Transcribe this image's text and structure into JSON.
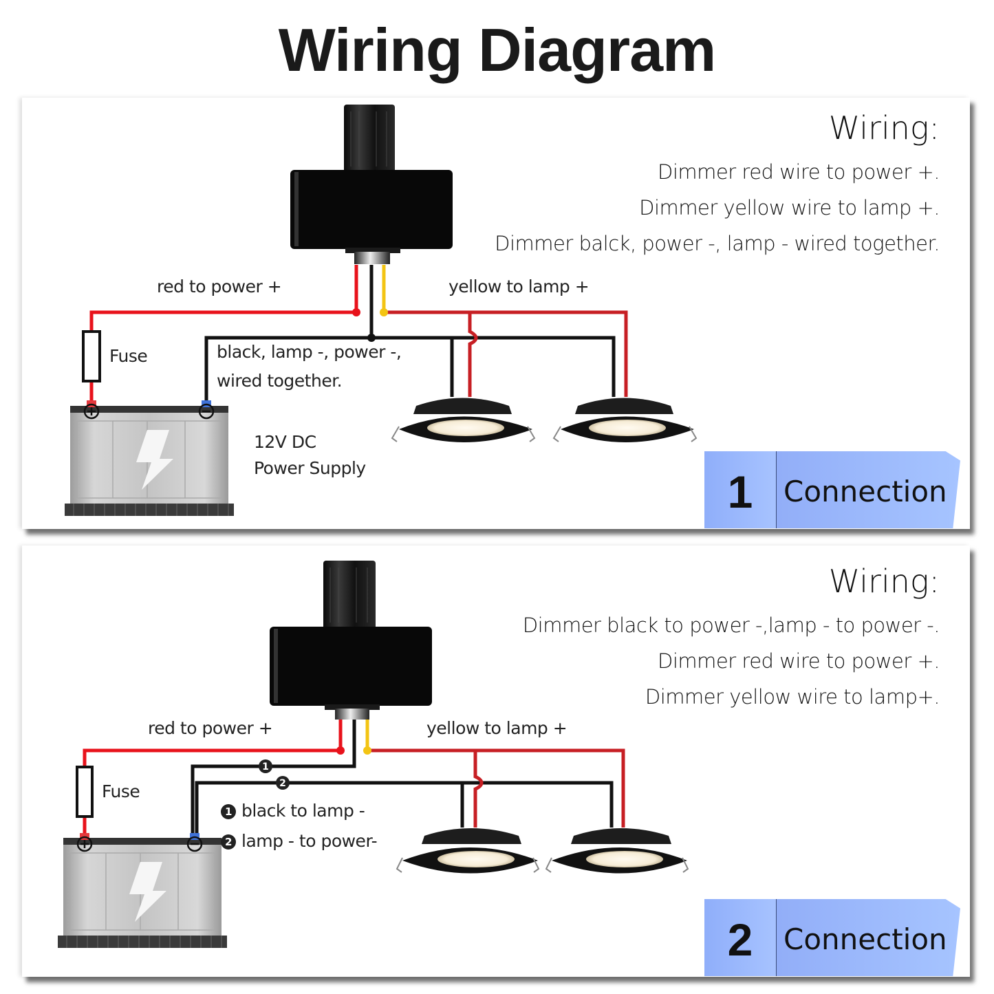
{
  "title": "Wiring Diagram",
  "colors": {
    "red_wire": "#e8121b",
    "lamp_red_wire": "#c71f24",
    "yellow_wire": "#f3c413",
    "black_wire": "#111111",
    "badge_blue": "#9ab6fb",
    "positive_terminal": "#e4393e",
    "negative_terminal": "#3f72d8"
  },
  "panels": [
    {
      "wiring_title": "Wiring:",
      "wiring_lines": [
        "Dimmer red wire to power +.",
        "Dimmer yellow wire to lamp +.",
        "Dimmer balck, power -, lamp - wired together."
      ],
      "labels": {
        "red": "red to power +",
        "yellow": "yellow to lamp +",
        "fuse": "Fuse",
        "black_line1": "black, lamp -, power -,",
        "black_line2": "wired together.",
        "supply_line1": "12V DC",
        "supply_line2": "Power Supply"
      },
      "badge": {
        "number": "1",
        "text": "Connection"
      }
    },
    {
      "wiring_title": "Wiring:",
      "wiring_lines": [
        "Dimmer black to power -,lamp - to power -.",
        "Dimmer red wire to power +.",
        "Dimmer yellow wire to lamp+."
      ],
      "labels": {
        "red": "red to power +",
        "yellow": "yellow to lamp +",
        "fuse": "Fuse",
        "note1_marker": "1",
        "note1": "black to lamp -",
        "note2_marker": "2",
        "note2": "lamp - to power-"
      },
      "badge": {
        "number": "2",
        "text": "Connection"
      }
    }
  ]
}
